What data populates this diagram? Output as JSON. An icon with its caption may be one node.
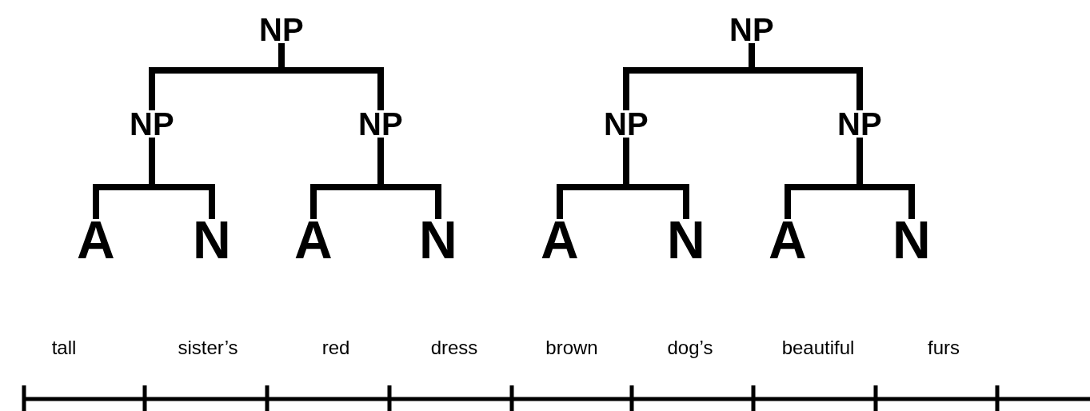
{
  "diagram": {
    "nodes": [
      {
        "text": [
          "NP"
        ]
      },
      {
        "text": [
          "NP"
        ]
      },
      {
        "text": [
          "NP"
        ]
      },
      {
        "text": [
          "NP"
        ]
      },
      {
        "text": [
          "NP"
        ]
      },
      {
        "text": [
          "NP"
        ]
      },
      {
        "text": [
          "A"
        ]
      },
      {
        "text": [
          "N"
        ]
      },
      {
        "text": [
          "A"
        ]
      },
      {
        "text": [
          "N"
        ]
      },
      {
        "text": [
          "A"
        ]
      },
      {
        "text": [
          "N"
        ]
      },
      {
        "text": [
          "A"
        ]
      },
      {
        "text": [
          "N"
        ]
      }
    ],
    "edges": [
      {
        "from": 0,
        "to": 2,
        "arrow": "none"
      },
      {
        "from": 0,
        "to": 3,
        "arrow": "none"
      },
      {
        "from": 1,
        "to": 4,
        "arrow": "none"
      },
      {
        "from": 1,
        "to": 5,
        "arrow": "none"
      },
      {
        "from": 2,
        "to": 6,
        "arrow": "none"
      },
      {
        "from": 2,
        "to": 7,
        "arrow": "none"
      },
      {
        "from": 3,
        "to": 8,
        "arrow": "none"
      },
      {
        "from": 3,
        "to": 9,
        "arrow": "none"
      },
      {
        "from": 4,
        "to": 10,
        "arrow": "none"
      },
      {
        "from": 4,
        "to": 11,
        "arrow": "none"
      },
      {
        "from": 5,
        "to": 12,
        "arrow": "none"
      },
      {
        "from": 5,
        "to": 13,
        "arrow": "none"
      }
    ],
    "labels": [
      "tall",
      "sister’s",
      "red",
      "dress",
      "brown",
      "dog’s",
      "beautiful",
      "furs"
    ]
  }
}
